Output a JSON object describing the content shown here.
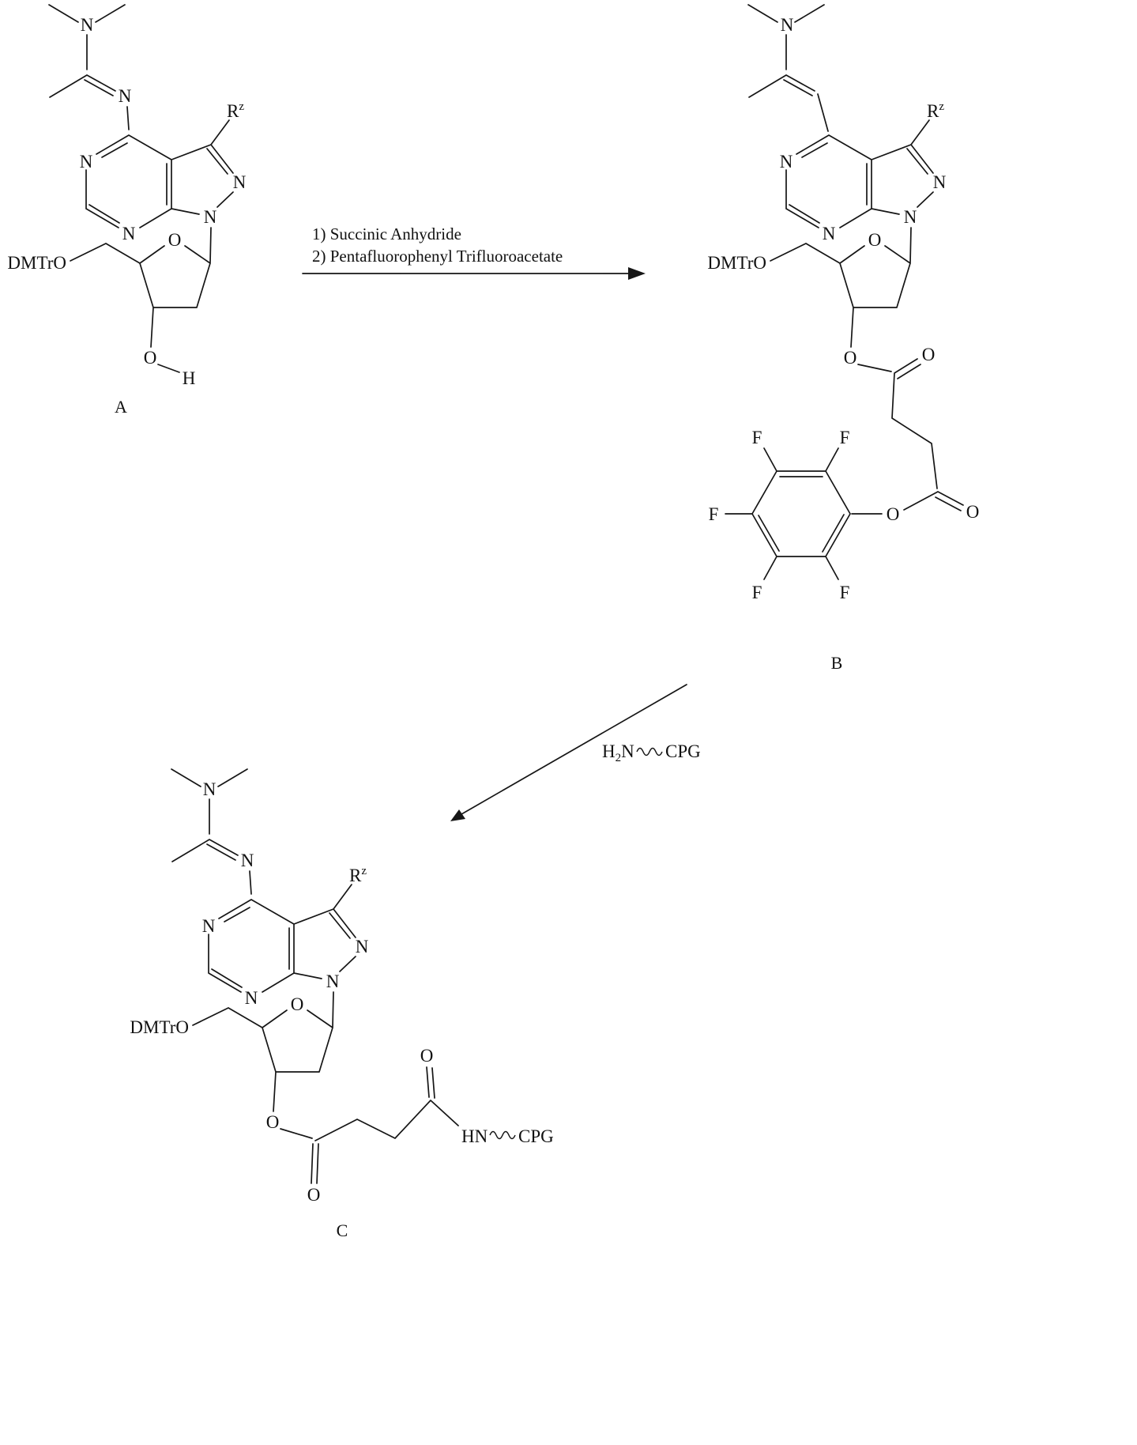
{
  "scheme": {
    "atoms": {
      "n": "N",
      "o": "O",
      "h": "H",
      "f": "F",
      "r": "R",
      "z_sup": "z",
      "dmtro": "DMTrO",
      "h2n_h": "H",
      "h2n_sub": "2",
      "h2n_n": "N",
      "hn": "HN",
      "cpg": "CPG"
    },
    "conditions": {
      "step1": "1) Succinic Anhydride",
      "step2": "2) Pentafluorophenyl Trifluoroacetate"
    },
    "structure_labels": {
      "a": "A",
      "b": "B",
      "c": "C"
    }
  }
}
